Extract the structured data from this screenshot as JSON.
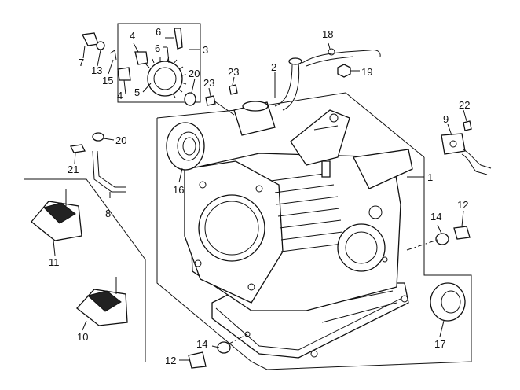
{
  "diagram": {
    "callouts": [
      {
        "id": "p1",
        "label": "1"
      },
      {
        "id": "p2",
        "label": "2"
      },
      {
        "id": "p3",
        "label": "3"
      },
      {
        "id": "p4a",
        "label": "4"
      },
      {
        "id": "p4b",
        "label": "4"
      },
      {
        "id": "p5",
        "label": "5"
      },
      {
        "id": "p6a",
        "label": "6"
      },
      {
        "id": "p6b",
        "label": "6"
      },
      {
        "id": "p7",
        "label": "7"
      },
      {
        "id": "p8",
        "label": "8"
      },
      {
        "id": "p9",
        "label": "9"
      },
      {
        "id": "p10",
        "label": "10"
      },
      {
        "id": "p11",
        "label": "11"
      },
      {
        "id": "p12a",
        "label": "12"
      },
      {
        "id": "p12b",
        "label": "12"
      },
      {
        "id": "p13",
        "label": "13"
      },
      {
        "id": "p14a",
        "label": "14"
      },
      {
        "id": "p14b",
        "label": "14"
      },
      {
        "id": "p15",
        "label": "15"
      },
      {
        "id": "p16",
        "label": "16"
      },
      {
        "id": "p17",
        "label": "17"
      },
      {
        "id": "p18",
        "label": "18"
      },
      {
        "id": "p19",
        "label": "19"
      },
      {
        "id": "p20a",
        "label": "20"
      },
      {
        "id": "p20b",
        "label": "20"
      },
      {
        "id": "p21",
        "label": "21"
      },
      {
        "id": "p22",
        "label": "22"
      },
      {
        "id": "p23a",
        "label": "23"
      },
      {
        "id": "p23b",
        "label": "23"
      }
    ]
  }
}
